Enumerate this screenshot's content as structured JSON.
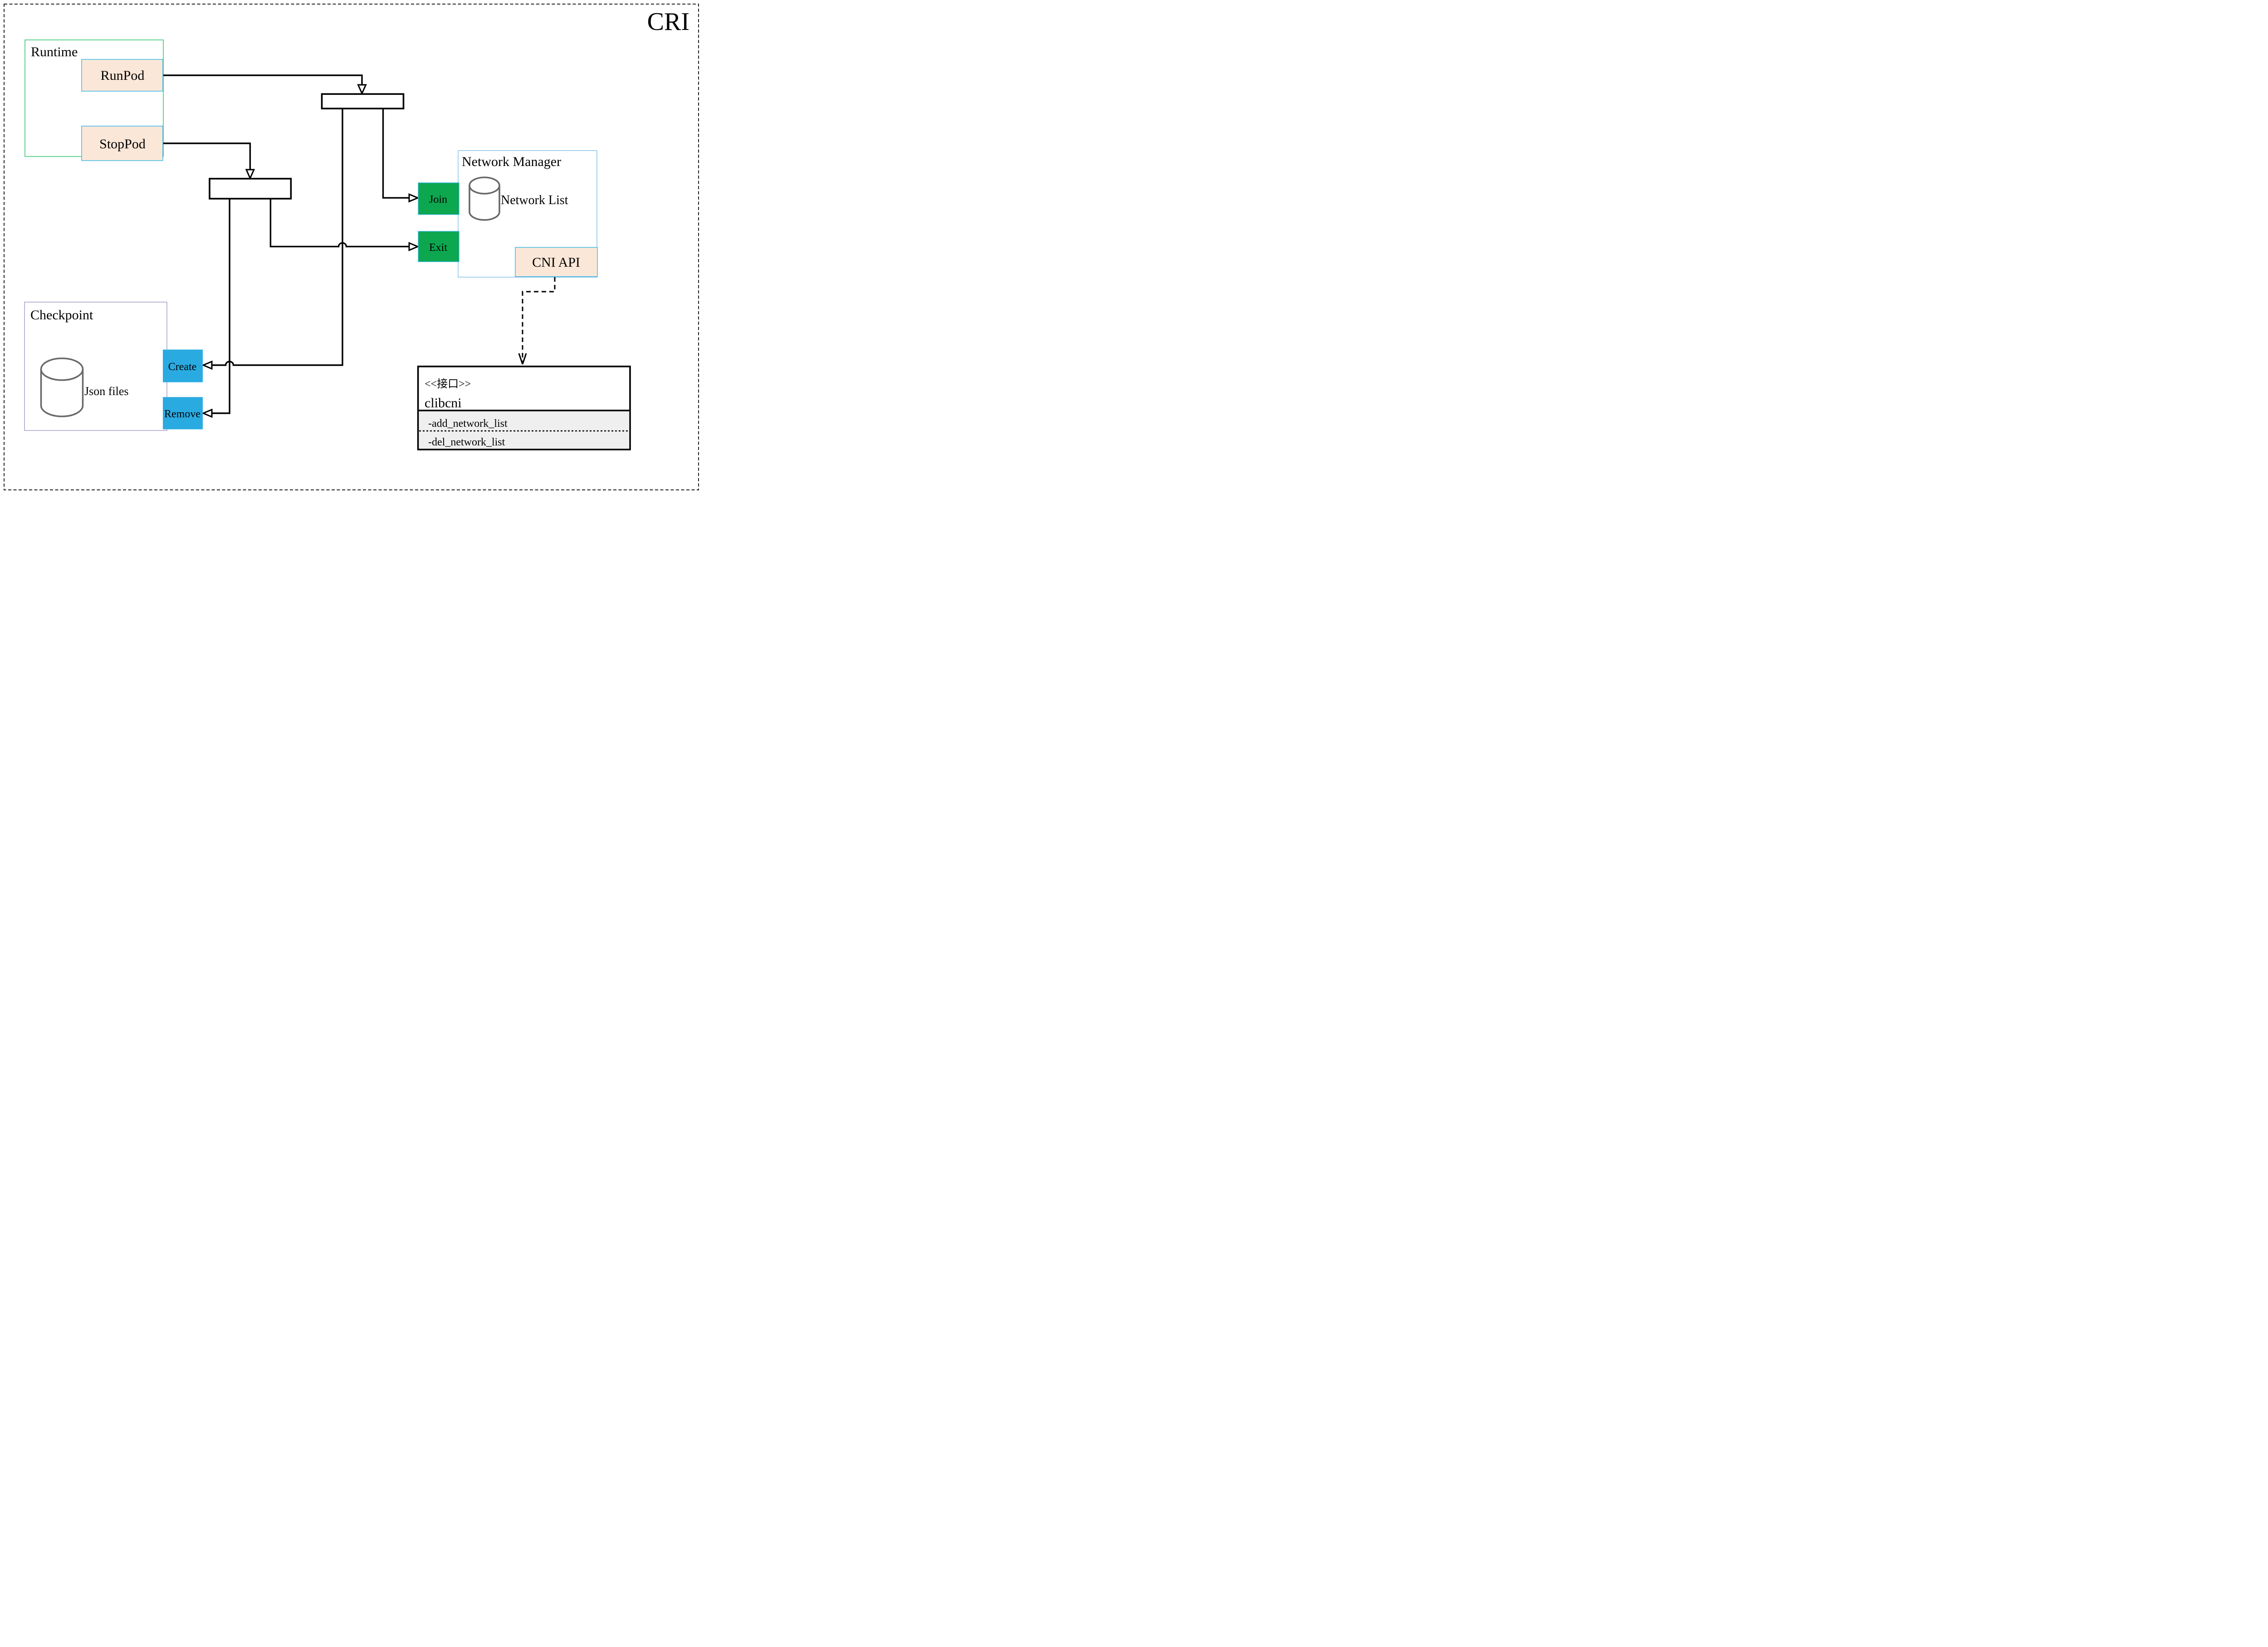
{
  "page": {
    "badge": "CRI",
    "border_style": "dashed"
  },
  "colors": {
    "badge_text": "#826A12",
    "peach_fill": "#FBE7D8",
    "cyan_border": "#2FB5EA",
    "green_fill": "#0DA750",
    "cyan_fill": "#29ABE2",
    "runtime_border": "#21C063",
    "network_manager_border": "#7FBEE8",
    "checkpoint_border": "#A393C9",
    "attributes_fill": "#EFEFEF",
    "cylinder_stroke": "#696969"
  },
  "runtime": {
    "label": "Runtime",
    "operations": [
      {
        "label": "RunPod"
      },
      {
        "label": "StopPod"
      }
    ]
  },
  "network_manager": {
    "label": "Network Manager",
    "datastore": "Network List",
    "ports": [
      {
        "label": "Join"
      },
      {
        "label": "Exit"
      }
    ],
    "api": "CNI API"
  },
  "checkpoint": {
    "label": "Checkpoint",
    "datastore": "Json files",
    "ports": [
      {
        "label": "Create"
      },
      {
        "label": "Remove"
      }
    ]
  },
  "interface": {
    "stereotype": "<<接口>>",
    "name": "clibcni",
    "members": [
      "-add_network_list",
      "-del_network_list"
    ]
  }
}
